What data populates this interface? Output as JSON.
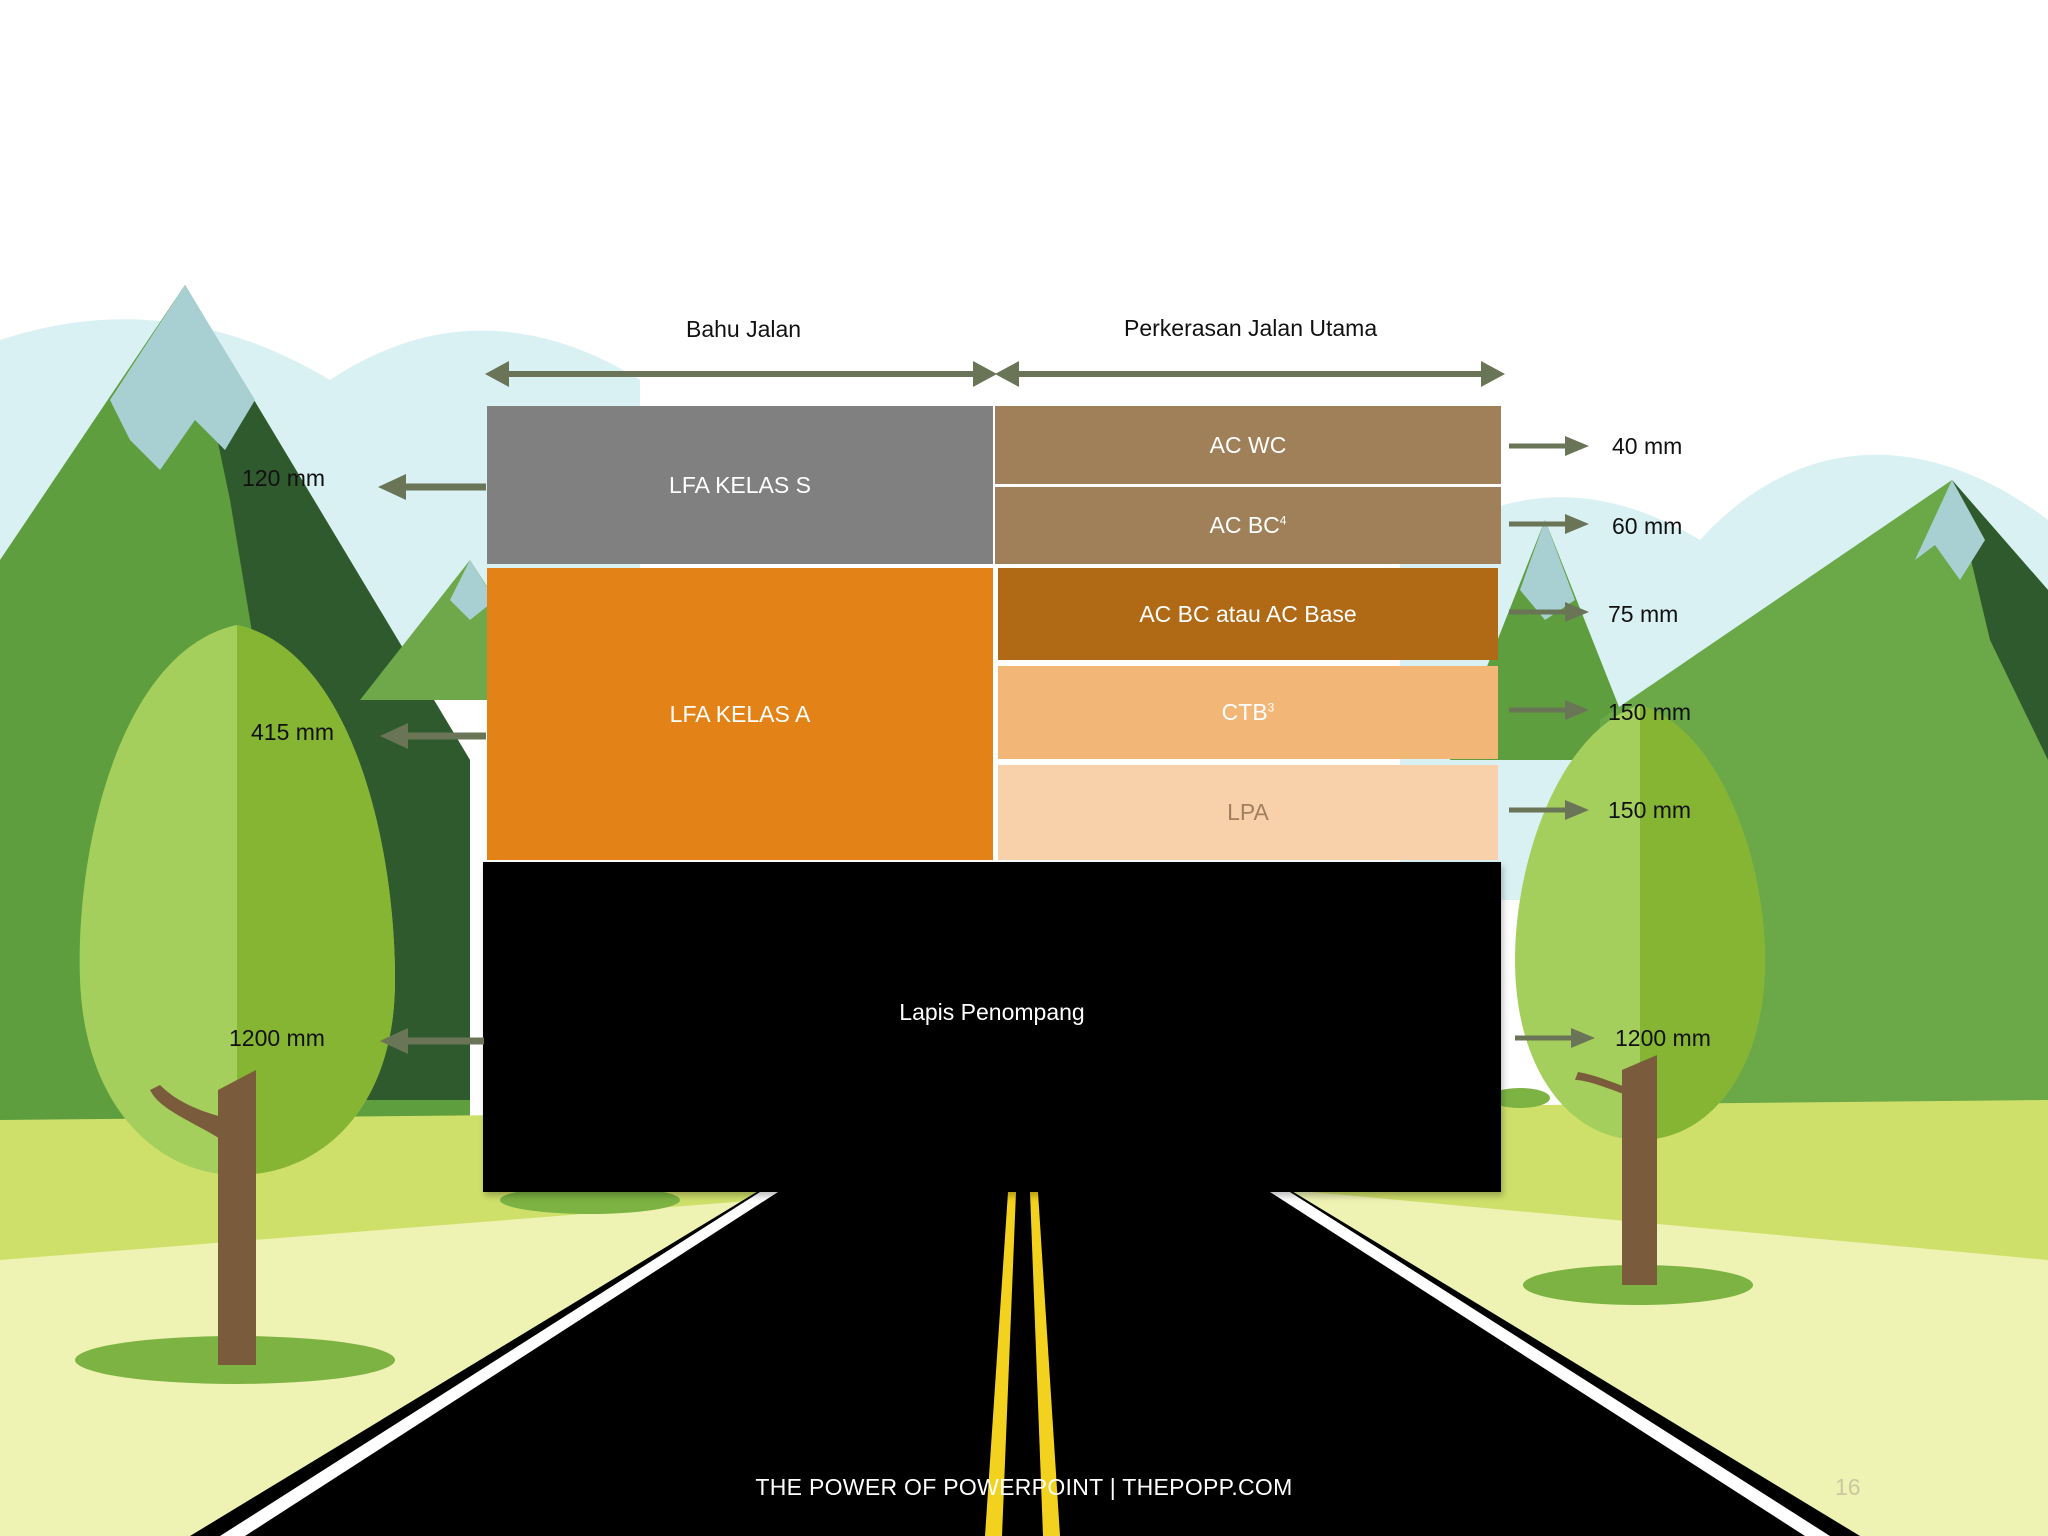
{
  "header": {
    "shoulder_label": "Bahu Jalan",
    "main_pavement_label": "Perkerasan Jalan Utama"
  },
  "layers": {
    "lfa_kelas_s": "LFA KELAS S",
    "lfa_kelas_a": "LFA KELAS A",
    "ac_wc": "AC WC",
    "ac_bc": "AC BC",
    "ac_bc_sup": "4",
    "ac_base": "AC BC atau AC Base",
    "ctb": "CTB",
    "ctb_sup": "3",
    "lpa": "LPA",
    "subgrade": "Lapis Penompang"
  },
  "thickness_left": {
    "lfa_kelas_s": "120 mm",
    "lfa_kelas_a": "415 mm",
    "subgrade": "1200 mm"
  },
  "thickness_right": {
    "ac_wc": "40 mm",
    "ac_bc": "60 mm",
    "ac_base": "75 mm",
    "ctb": "150 mm",
    "lpa": "150 mm",
    "subgrade": "1200 mm"
  },
  "footer": {
    "text": "THE POWER OF POWERPOINT | THEPOPP.COM",
    "page_number": "16"
  },
  "colors": {
    "arrow": "#6a7558",
    "lfa_s": "#808080",
    "lfa_a": "#e38317",
    "ac_wc": "#9f8058",
    "ac_base": "#b06a15",
    "ctb": "#f2b676",
    "lpa": "#f8d1aa",
    "subgrade": "#000000"
  }
}
